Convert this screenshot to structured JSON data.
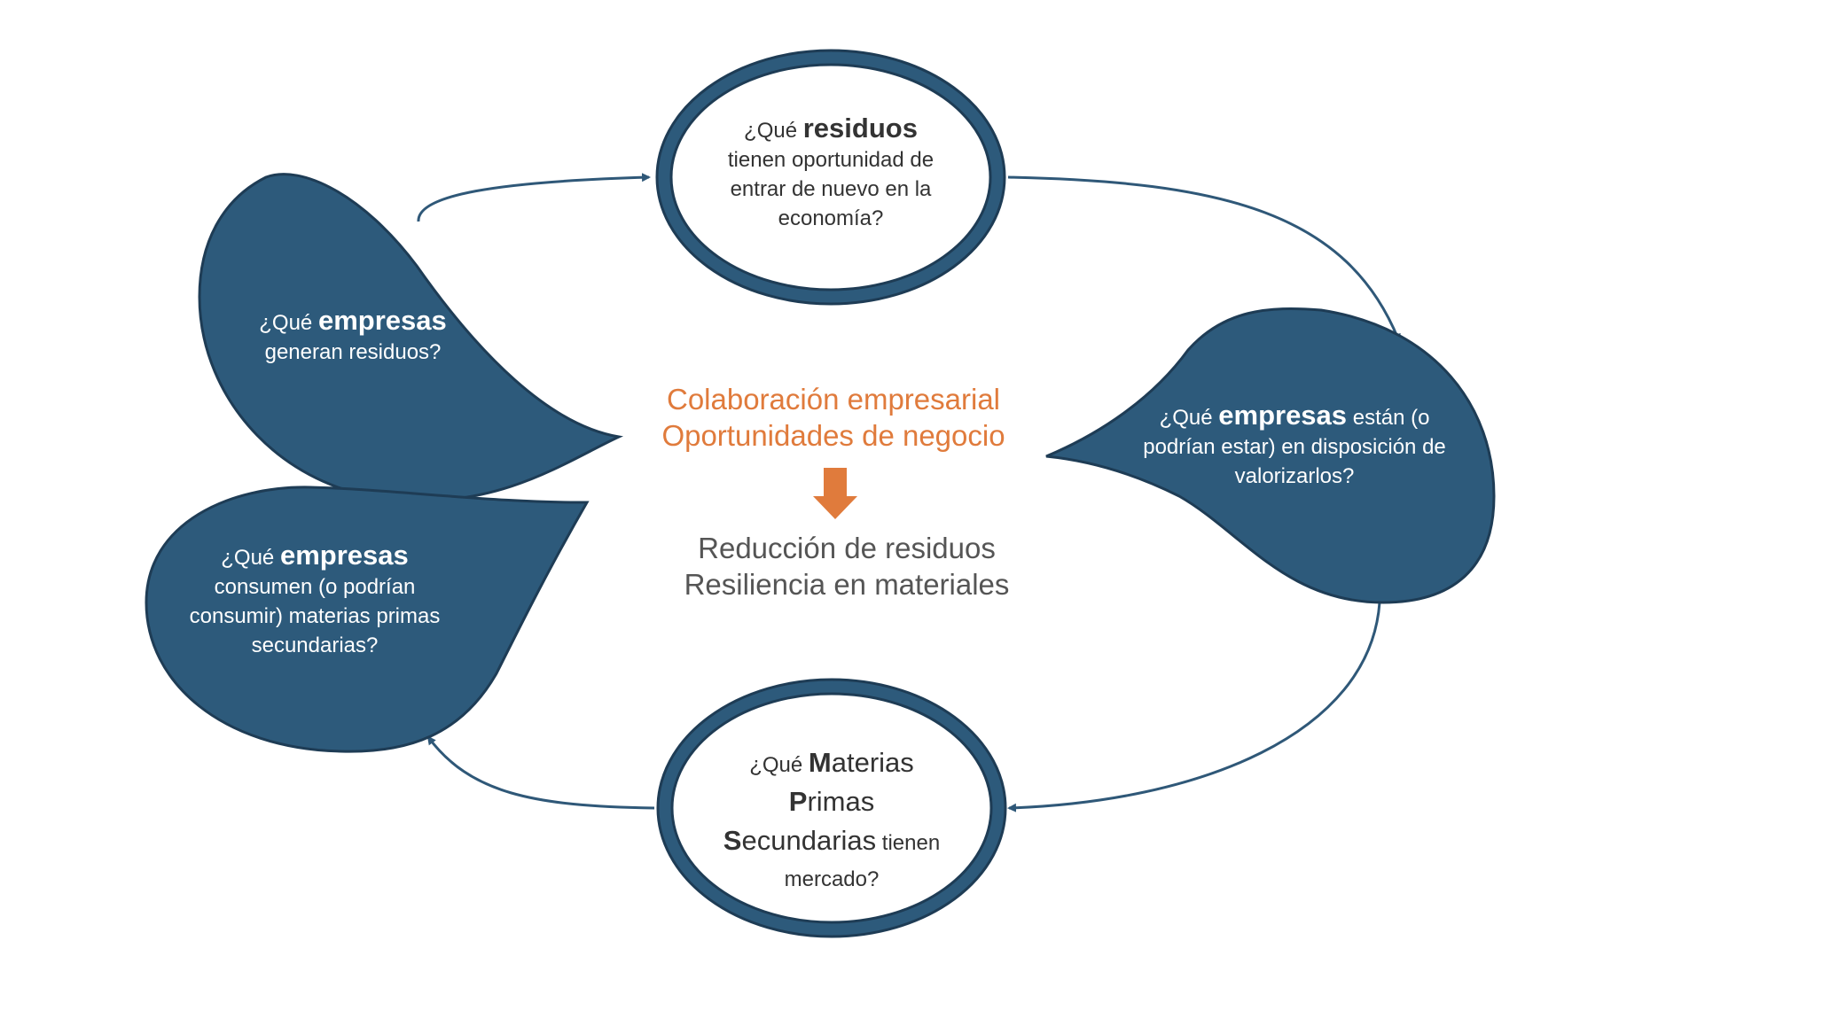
{
  "colors": {
    "node_fill": "#2d5a7b",
    "node_stroke": "#1e3c55",
    "arrow": "#2f5878",
    "center_orange": "#e07b3c",
    "center_gray": "#555555"
  },
  "nodes": {
    "residuos": {
      "pre": "¿Qué ",
      "bold": "residuos",
      "rest": "tienen oportunidad de entrar de nuevo en la economía?"
    },
    "generan": {
      "pre": "¿Qué ",
      "bold": "empresas",
      "rest": "generan residuos?"
    },
    "valorizar": {
      "pre": "¿Qué ",
      "bold": "empresas",
      "rest_inline": " están (o",
      "rest": "podrían estar) en disposición de valorizarlos?"
    },
    "consumen": {
      "pre": "¿Qué ",
      "bold": "empresas",
      "rest": "consumen (o podrían consumir) materias primas secundarias?"
    },
    "mps": {
      "pre": "¿Qué ",
      "m_bold": "M",
      "m_rest": "aterias",
      "p_bold": "P",
      "p_rest": "rimas",
      "s_bold": "S",
      "s_rest": "ecundarias",
      "s_tail": " tienen",
      "last": "mercado?"
    }
  },
  "center": {
    "line1": "Colaboración empresarial",
    "line2": "Oportunidades de negocio",
    "line3": "Reducción de residuos",
    "line4": "Resiliencia en materiales"
  }
}
